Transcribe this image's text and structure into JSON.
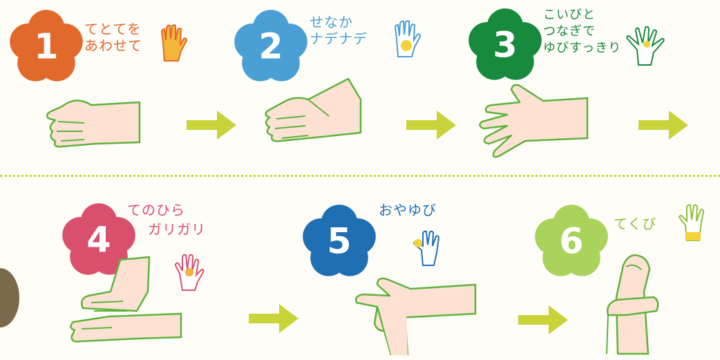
{
  "colors": {
    "step1": "#e2692c",
    "step2": "#4a9fd4",
    "step3": "#178a3e",
    "step4": "#d9506d",
    "step5": "#1f6fb4",
    "step6": "#a9d35a",
    "arrow": "#c9d33a",
    "hand_outline": "#5cb33b",
    "hand_fill": "#fde1d3",
    "highlight": "#f2d33a"
  },
  "steps": [
    {
      "number": "1",
      "caption_lines": [
        "てとてを",
        "あわせて"
      ],
      "icon": "palm-icon"
    },
    {
      "number": "2",
      "caption_lines": [
        "せなか",
        "ナデナデ"
      ],
      "icon": "hand-back-icon"
    },
    {
      "number": "3",
      "caption_lines": [
        "こいびと",
        "つなぎで",
        "ゆびすっきり"
      ],
      "icon": "spread-fingers-icon"
    },
    {
      "number": "4",
      "caption_lines": [
        "てのひら",
        "ガリガリ"
      ],
      "icon": "fingertips-icon"
    },
    {
      "number": "5",
      "caption_lines": [
        "おやゆび"
      ],
      "icon": "thumb-icon"
    },
    {
      "number": "6",
      "caption_lines": [
        "てくび"
      ],
      "icon": "wrist-icon"
    }
  ]
}
